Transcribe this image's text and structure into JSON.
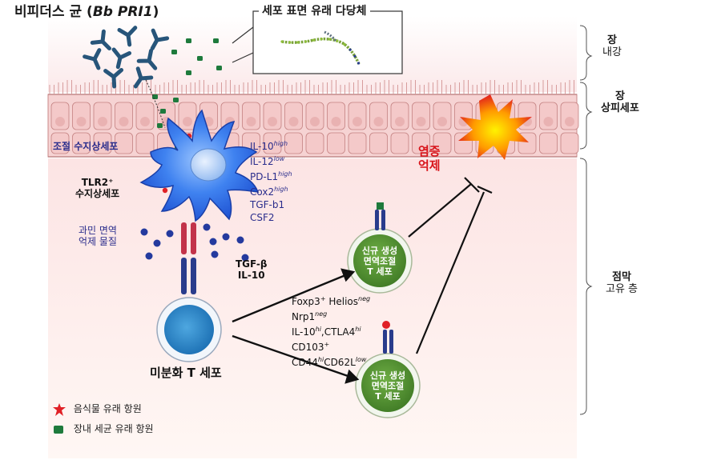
{
  "title": {
    "prefix": "비피더스 균 (",
    "strain": "Bb PRI1",
    "suffix": ")"
  },
  "inset_label": "세포 표면 유래 다당체",
  "regions": {
    "lumen": [
      "장",
      "내강"
    ],
    "epithelium": [
      "장",
      "상피세포"
    ],
    "lamina_propria": [
      "점막",
      "고유 층"
    ]
  },
  "dendritic_cell": {
    "name": "조절 수지상세포",
    "tlr2_label": [
      "TLR2⁺",
      "수지상세포"
    ],
    "suppressor_label": [
      "과민 면역",
      "억제 물질"
    ],
    "cytokines": [
      {
        "base": "IL-10",
        "sup": "high"
      },
      {
        "base": "IL-12",
        "sup": "low"
      },
      {
        "base": "PD-L1",
        "sup": "high"
      },
      {
        "base": "Cox2",
        "sup": "high"
      },
      {
        "base": "TGF-b1",
        "sup": ""
      },
      {
        "base": "CSF2",
        "sup": ""
      }
    ],
    "secreted": [
      "TGF-β",
      "IL-10"
    ]
  },
  "naive_t_cell": "미분화 T 세포",
  "treg_cell": [
    "신규 생성",
    "면역조절",
    "T 세포"
  ],
  "treg_markers": [
    [
      {
        "base": "Foxp3",
        "sup": "+"
      },
      {
        "base": " Helios",
        "sup": "neg"
      }
    ],
    [
      {
        "base": "Nrp1",
        "sup": "neg"
      }
    ],
    [
      {
        "base": "IL-10",
        "sup": "hi"
      },
      {
        "base": ",CTLA4",
        "sup": "hi"
      }
    ],
    [
      {
        "base": "CD103",
        "sup": "+"
      }
    ],
    [
      {
        "base": "CD44",
        "sup": "hi"
      },
      {
        "base": "CD62L",
        "sup": "low"
      }
    ]
  ],
  "inflammation_suppression": [
    "염증",
    "억제"
  ],
  "legend": [
    {
      "label": "음식물 유래 항원",
      "color": "#e02026",
      "shape": "star"
    },
    {
      "label": "장내 세균 유래 항원",
      "color": "#1e7a3c",
      "shape": "square"
    }
  ],
  "colors": {
    "bacteria": "#27557a",
    "antigen_green": "#1e7a3c",
    "antigen_red": "#e02026",
    "dc_blue": "#2f6fe6",
    "treg_green": "#4f8a2f",
    "epithelium_pink": "#f1c4c4",
    "text_navy": "#2a2d8c",
    "text_red": "#d8141a"
  }
}
